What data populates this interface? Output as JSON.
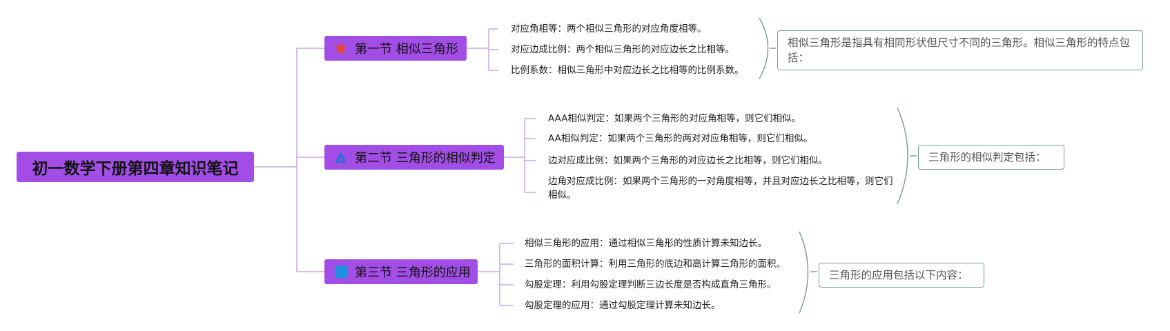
{
  "root": {
    "title": "初一数学下册第四章知识笔记"
  },
  "sections": [
    {
      "title": "第一节 相似三角形",
      "icon": "star-icon",
      "icon_color": "#e8472b",
      "leaves": [
        "对应角相等：两个相似三角形的对应角度相等。",
        "对应边成比例：两个相似三角形的对应边长之比相等。",
        "比例系数：相似三角形中对应边长之比相等的比例系数。"
      ],
      "summary": "相似三角形是指具有相同形状但尺寸不同的三角形。相似三角形的特点包括："
    },
    {
      "title": "第二节 三角形的相似判定",
      "icon": "triangle-icon",
      "icon_color": "#2f6fd6",
      "leaves": [
        "AAA相似判定：如果两个三角形的对应角相等，则它们相似。",
        "AA相似判定：如果两个三角形的两对对应角相等，则它们相似。",
        "边对应成比例：如果两个三角形的对应边长之比相等，则它们相似。",
        "边角对应成比例：如果两个三角形的一对角度相等，并且对应边长之比相等，则它们相似。"
      ],
      "summary": "三角形的相似判定包括："
    },
    {
      "title": "第三节 三角形的应用",
      "icon": "square-icon",
      "icon_color": "#1f8fe0",
      "leaves": [
        "相似三角形的应用：通过相似三角形的性质计算未知边长。",
        "三角形的面积计算：利用三角形的底边和高计算三角形的面积。",
        "勾股定理：利用勾股定理判断三边长度是否构成直角三角形。",
        "勾股定理的应用：通过勾股定理计算未知边长。"
      ],
      "summary": "三角形的应用包括以下内容："
    }
  ],
  "colors": {
    "node_fill": "#a24ee6",
    "connector": "#c9a5e6",
    "brace": "#6f9f8e",
    "summary_border": "#6f9f8e"
  }
}
